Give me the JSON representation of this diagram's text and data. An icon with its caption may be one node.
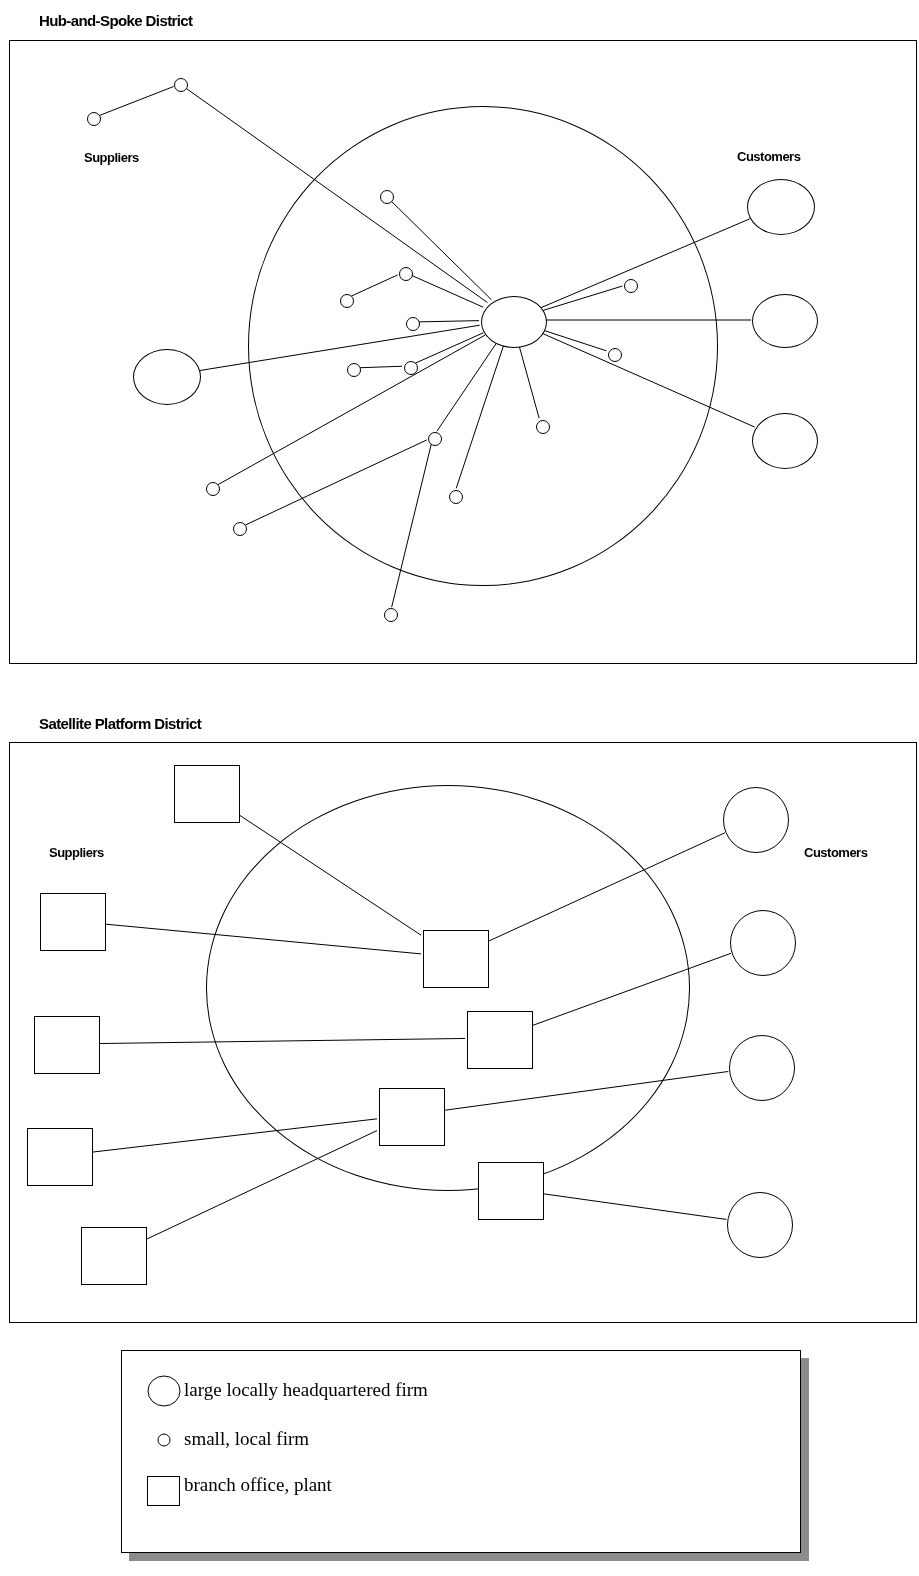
{
  "diagram": {
    "nodes": [
      {
        "text": [
          "Hub-and-Spoke District"
        ]
      },
      {
        "text": [],
        "shape": "circle",
        "in": 0
      },
      {
        "text": [],
        "shape": "circle",
        "in": 0
      },
      {
        "text": [],
        "shape": "circle",
        "in": 0
      },
      {
        "text": [],
        "shape": "circle",
        "in": 0
      },
      {
        "text": [],
        "shape": "circle",
        "in": 1
      },
      {
        "text": [],
        "shape": "circle",
        "in": 1
      },
      {
        "text": [],
        "shape": "circle",
        "in": 1
      },
      {
        "text": [],
        "shape": "circle",
        "in": 1
      },
      {
        "text": [],
        "shape": "circle",
        "in": 1
      },
      {
        "text": [],
        "shape": "circle",
        "in": 1
      },
      {
        "text": [],
        "shape": "circle",
        "in": 0
      },
      {
        "text": [],
        "shape": "circle",
        "in": 1
      },
      {
        "text": [],
        "shape": "circle",
        "in": 1
      },
      {
        "text": [],
        "shape": "circle",
        "in": 1
      },
      {
        "text": [],
        "shape": "circle",
        "in": 0
      },
      {
        "text": [],
        "shape": "circle",
        "in": 1
      },
      {
        "text": [],
        "shape": "circle",
        "in": 1
      },
      {
        "text": [],
        "shape": "circle",
        "in": 0
      },
      {
        "text": [],
        "shape": "circle",
        "in": 0
      },
      {
        "text": [],
        "shape": "circle",
        "in": 1
      },
      {
        "text": [],
        "shape": "circle",
        "in": 0
      },
      {
        "text": [],
        "shape": "circle",
        "in": 0
      },
      {
        "text": [
          "Satellite Platform District"
        ]
      },
      {
        "text": [],
        "shape": "circle",
        "in": 23
      },
      {
        "text": [],
        "shape": "box",
        "in": 23
      },
      {
        "text": [],
        "shape": "circle",
        "in": 23
      },
      {
        "text": [],
        "shape": "box",
        "in": 23
      },
      {
        "text": [],
        "shape": "box",
        "in": 24
      },
      {
        "text": [],
        "shape": "circle",
        "in": 23
      },
      {
        "text": [],
        "shape": "box",
        "in": 23
      },
      {
        "text": [],
        "shape": "box",
        "in": 24
      },
      {
        "text": [],
        "shape": "box",
        "in": 24
      },
      {
        "text": [],
        "shape": "circle",
        "in": 23
      },
      {
        "text": [],
        "shape": "box",
        "in": 23
      },
      {
        "text": [],
        "shape": "box",
        "in": 24
      },
      {
        "text": [],
        "shape": "circle",
        "in": 23
      },
      {
        "text": [],
        "shape": "box",
        "in": 23
      }
    ],
    "edges": [
      {
        "from": 3,
        "to": 2,
        "arrow": "none"
      },
      {
        "from": 2,
        "to": 9,
        "arrow": "none"
      },
      {
        "from": 5,
        "to": 9,
        "arrow": "none"
      },
      {
        "from": 6,
        "to": 9,
        "arrow": "none"
      },
      {
        "from": 8,
        "to": 6,
        "arrow": "none"
      },
      {
        "from": 10,
        "to": 9,
        "arrow": "none"
      },
      {
        "from": 7,
        "to": 9,
        "arrow": "none"
      },
      {
        "from": 12,
        "to": 9,
        "arrow": "none"
      },
      {
        "from": 14,
        "to": 9,
        "arrow": "none"
      },
      {
        "from": 13,
        "to": 14,
        "arrow": "none"
      },
      {
        "from": 16,
        "to": 9,
        "arrow": "none"
      },
      {
        "from": 20,
        "to": 9,
        "arrow": "none"
      },
      {
        "from": 17,
        "to": 9,
        "arrow": "none"
      },
      {
        "from": 21,
        "to": 17,
        "arrow": "none"
      },
      {
        "from": 22,
        "to": 17,
        "arrow": "none"
      },
      {
        "from": 19,
        "to": 9,
        "arrow": "none"
      },
      {
        "from": 15,
        "to": 9,
        "arrow": "none"
      },
      {
        "from": 4,
        "to": 9,
        "arrow": "none"
      },
      {
        "from": 11,
        "to": 9,
        "arrow": "none"
      },
      {
        "from": 18,
        "to": 9,
        "arrow": "none"
      },
      {
        "from": 25,
        "to": 28,
        "arrow": "none"
      },
      {
        "from": 27,
        "to": 28,
        "arrow": "none"
      },
      {
        "from": 28,
        "to": 26,
        "arrow": "none"
      },
      {
        "from": 30,
        "to": 31,
        "arrow": "none"
      },
      {
        "from": 31,
        "to": 29,
        "arrow": "none"
      },
      {
        "from": 34,
        "to": 32,
        "arrow": "none"
      },
      {
        "from": 37,
        "to": 32,
        "arrow": "none"
      },
      {
        "from": 32,
        "to": 33,
        "arrow": "none"
      },
      {
        "from": 35,
        "to": 36,
        "arrow": "none"
      }
    ],
    "labels": [
      "Suppliers",
      "Customers",
      "Suppliers",
      "Customers"
    ],
    "legend": [
      {
        "text": "large locally headquartered firm"
      },
      {
        "text": "small, local firm"
      },
      {
        "text": "branch office, plant"
      }
    ]
  }
}
